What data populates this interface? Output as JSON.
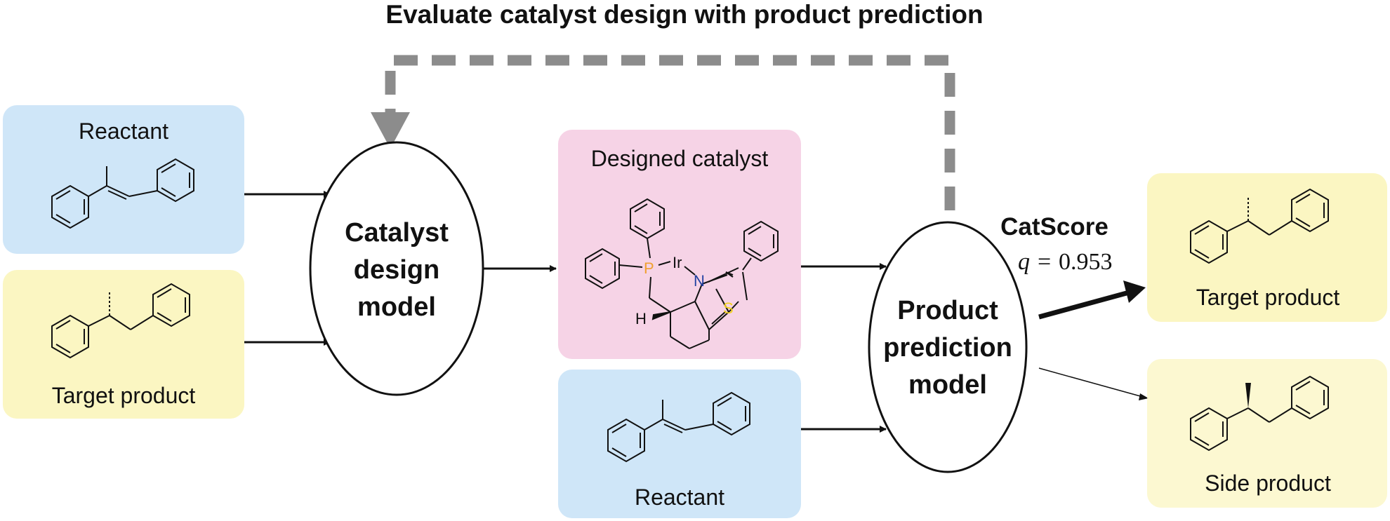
{
  "title": "Evaluate catalyst design with product prediction",
  "colors": {
    "blue_box": "#cfe6f8",
    "yellow_box": "#fbf6c2",
    "pink_box": "#f6d3e6",
    "feedback_arrow": "#8c8c8c",
    "phosphorus": "#f0a030",
    "nitrogen": "#1f3fa0",
    "sulfur": "#f2d21c"
  },
  "inputs": {
    "reactant_label": "Reactant",
    "target_label": "Target product"
  },
  "catalyst_model": {
    "line1": "Catalyst",
    "line2": "design",
    "line3": "model"
  },
  "designed_catalyst": {
    "label": "Designed catalyst",
    "atoms": {
      "P": "P",
      "Ir": "Ir",
      "N": "N",
      "S": "S",
      "H": "H"
    }
  },
  "reactant2": {
    "label": "Reactant"
  },
  "prediction_model": {
    "line1": "Product",
    "line2": "prediction",
    "line3": "model"
  },
  "catscore": {
    "label": "CatScore",
    "var": "q",
    "eq": "=",
    "value": "0.953"
  },
  "outputs": {
    "target_label": "Target product",
    "side_label": "Side product"
  }
}
